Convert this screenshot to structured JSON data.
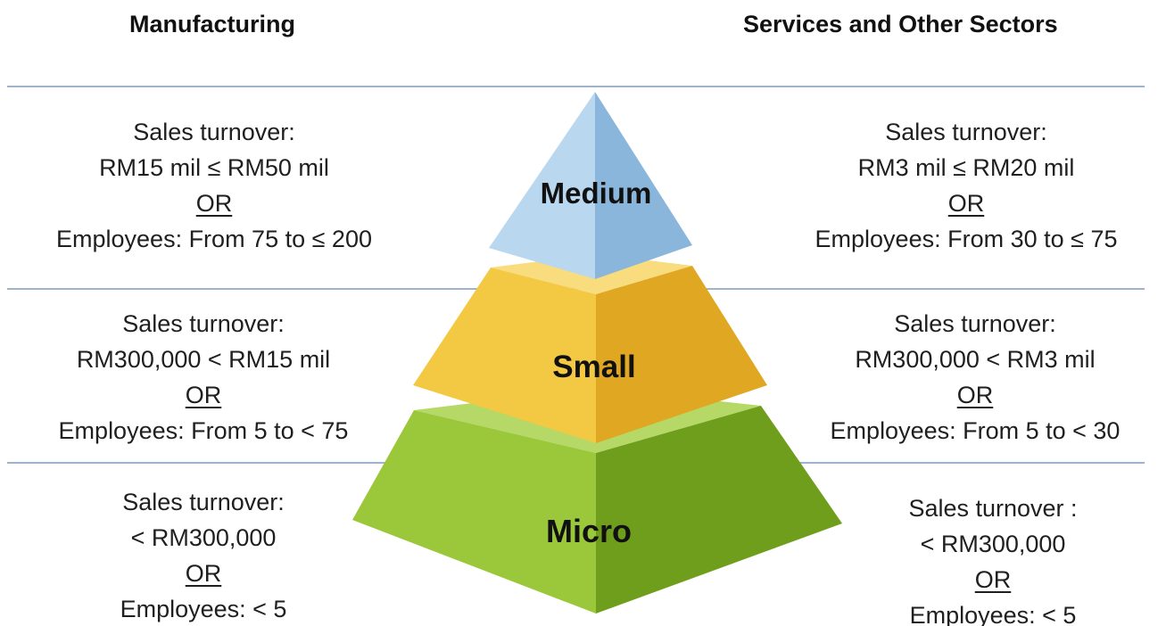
{
  "headings": {
    "left": "Manufacturing",
    "right": "Services and Other Sectors"
  },
  "tiers": {
    "medium": {
      "label": "Medium",
      "color_left": "#b9d7ee",
      "color_right": "#8ab6dc"
    },
    "small": {
      "label": "Small",
      "color_left": "#f3c843",
      "color_right": "#e0a722"
    },
    "micro": {
      "label": "Micro",
      "color_left": "#9bc83a",
      "color_right": "#6f9e1c"
    }
  },
  "manufacturing": {
    "medium": {
      "line1": "Sales turnover:",
      "line2": "RM15 mil ≤ RM50 mil",
      "or": "OR",
      "line4": "Employees:  From 75 to ≤ 200"
    },
    "small": {
      "line1": "Sales turnover:",
      "line2": "RM300,000  < RM15 mil",
      "or": "OR",
      "line4": "Employees:  From 5 to < 75"
    },
    "micro": {
      "line1": "Sales turnover:",
      "line2": "< RM300,000",
      "or": "OR",
      "line4": "Employees:  < 5"
    }
  },
  "services": {
    "medium": {
      "line1": "Sales turnover:",
      "line2": "RM3 mil ≤ RM20 mil",
      "or": "OR",
      "line4": "Employees:  From 30 to ≤ 75"
    },
    "small": {
      "line1": "Sales turnover:",
      "line2": "RM300,000  < RM3 mil",
      "or": "OR",
      "line4": "Employees:  From 5 to < 30"
    },
    "micro": {
      "line1": "Sales turnover :",
      "line2": "< RM300,000",
      "or": "OR",
      "line4": "Employees:  < 5"
    }
  }
}
